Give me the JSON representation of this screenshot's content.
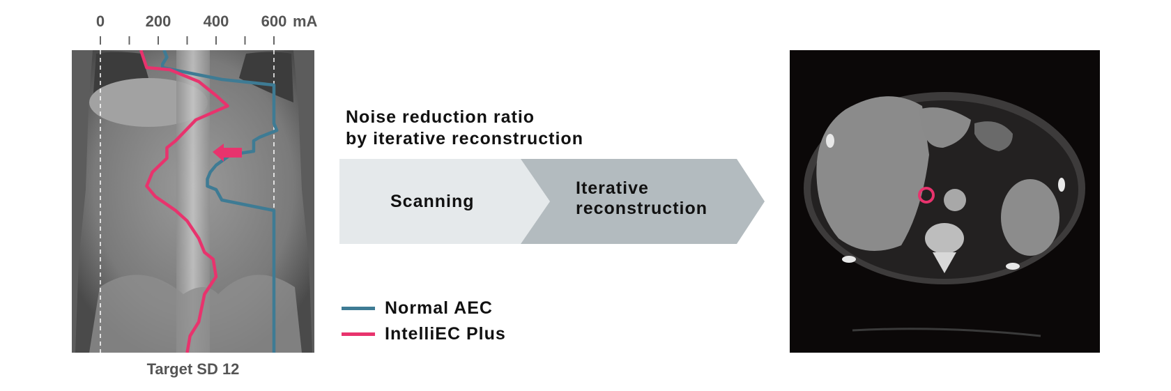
{
  "scale": {
    "ticks": [
      {
        "value": 0,
        "label": "0"
      },
      {
        "value": 200,
        "label": "200"
      },
      {
        "value": 400,
        "label": "400"
      },
      {
        "value": 600,
        "label": "600"
      }
    ],
    "minor_ticks": [
      100,
      300,
      500
    ],
    "unit": "mA",
    "range": [
      0,
      600
    ]
  },
  "colors": {
    "normal_aec": "#3e7b94",
    "intelliec_plus": "#e8336d",
    "flow_scanning": "#e5e9eb",
    "flow_recon": "#b3bbbf",
    "ring": "#e8336d"
  },
  "scanogram": {
    "caption": "Target SD 12",
    "series": [
      {
        "key": "normal_aec",
        "points": [
          [
            220,
            0
          ],
          [
            230,
            10
          ],
          [
            215,
            20
          ],
          [
            215,
            25
          ],
          [
            420,
            42
          ],
          [
            600,
            50
          ],
          [
            600,
            105
          ],
          [
            610,
            115
          ],
          [
            580,
            120
          ],
          [
            550,
            125
          ],
          [
            530,
            130
          ],
          [
            530,
            145
          ],
          [
            450,
            150
          ],
          [
            400,
            165
          ],
          [
            380,
            175
          ],
          [
            370,
            185
          ],
          [
            370,
            195
          ],
          [
            400,
            200
          ],
          [
            420,
            215
          ],
          [
            600,
            230
          ],
          [
            600,
            434
          ]
        ]
      },
      {
        "key": "intelliec_plus",
        "points": [
          [
            140,
            0
          ],
          [
            160,
            25
          ],
          [
            240,
            28
          ],
          [
            340,
            45
          ],
          [
            400,
            65
          ],
          [
            440,
            80
          ],
          [
            330,
            100
          ],
          [
            260,
            130
          ],
          [
            230,
            140
          ],
          [
            230,
            155
          ],
          [
            180,
            175
          ],
          [
            160,
            195
          ],
          [
            190,
            210
          ],
          [
            260,
            230
          ],
          [
            300,
            245
          ],
          [
            340,
            270
          ],
          [
            360,
            290
          ],
          [
            390,
            300
          ],
          [
            400,
            325
          ],
          [
            360,
            350
          ],
          [
            350,
            370
          ],
          [
            340,
            390
          ],
          [
            310,
            410
          ],
          [
            300,
            434
          ]
        ]
      }
    ]
  },
  "middle": {
    "title_line1": "Noise reduction ratio",
    "title_line2": "by iterative reconstruction",
    "step1": "Scanning",
    "step2_line1": "Iterative",
    "step2_line2": "reconstruction"
  },
  "legend": [
    {
      "label": "Normal AEC"
    },
    {
      "label": "IntelliEC Plus"
    }
  ]
}
